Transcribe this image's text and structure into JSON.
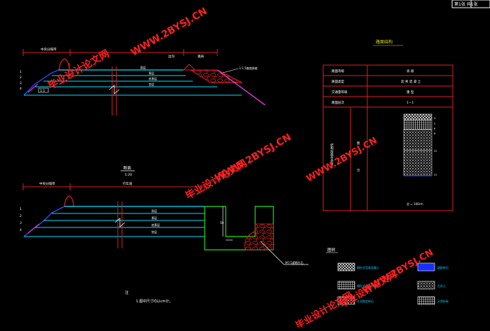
{
  "title_block": {
    "sheet_label": "第1张 共1张"
  },
  "top_section": {
    "top_dim_label": "中央分隔带",
    "ditch_label": "边沟",
    "right_dim_label": "路肩",
    "slope_label": "1:1.5坡度放坡",
    "left_layer_labels": [
      "1",
      "2",
      "3",
      "4"
    ],
    "left_bench_label": "1:1",
    "layer_labels": [
      "面层",
      "基层",
      "底基层",
      "垫层"
    ]
  },
  "bottom_section": {
    "section_title": "断面",
    "section_scale": "1:20",
    "top_dim_label": "中央分隔带",
    "middle_dim_label": "行车道",
    "left_layer_labels": [
      "1",
      "2",
      "3",
      "4"
    ],
    "layer_labels": [
      "面层",
      "基层",
      "底基层",
      "垫层"
    ],
    "ditch_dim_label": "50",
    "ditch_callout": "M7.5浆砌片石",
    "note_heading": "注",
    "note_text": "1.图中尺寸均以cm计。"
  },
  "structure_table": {
    "title": "路面结构",
    "rows": [
      {
        "label": "路面等级",
        "value": "高 级"
      },
      {
        "label": "路面类型",
        "value": "沥 青 混 凝 土"
      },
      {
        "label": "交通量等级",
        "value": "重 型"
      },
      {
        "label": "路面层次",
        "value": "1—1"
      }
    ],
    "bottom_left_label": "结构层组合示意",
    "bottom_mid_top": "图",
    "bottom_mid_bottom": "示",
    "column_marks": [
      "4",
      "5",
      "6",
      "8"
    ],
    "side_marks": [
      "22",
      "21"
    ],
    "total_label": "总 = 100cm"
  },
  "legend": {
    "title": "图例",
    "items": [
      {
        "label": "细粒式沥青混凝土",
        "color": "#00d8ff"
      },
      {
        "label": "粗粒式沥青混凝土",
        "color": "#00d8ff"
      },
      {
        "label": "水泥稳定碎石",
        "color": "#00d8ff"
      },
      {
        "label": "级配碎石",
        "color": "#00d8ff"
      },
      {
        "label": "石灰土",
        "color": "#00d8ff"
      },
      {
        "label": "天然砂砾",
        "color": "#00d8ff"
      }
    ]
  },
  "watermarks": [
    "毕业设计论文网",
    "WWW.2BYSJ.CN"
  ],
  "colors": {
    "line_red": "#e02020",
    "line_white": "#ffffff",
    "line_cyan": "#00e0ff",
    "line_magenta": "#ff40ff",
    "line_green": "#20e020",
    "line_blue": "#3050ff",
    "line_yellow": "#e0e000",
    "watermark": "#ff2020"
  }
}
